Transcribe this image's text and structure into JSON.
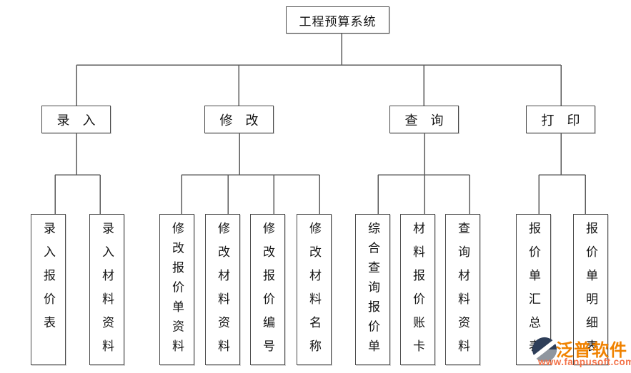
{
  "diagram": {
    "root": {
      "label": "工程预算系统"
    },
    "level2": [
      {
        "label": "录　入"
      },
      {
        "label": "修　改"
      },
      {
        "label": "查　询"
      },
      {
        "label": "打　印"
      }
    ],
    "leaves": [
      {
        "label": "录入报价表"
      },
      {
        "label": "录入材料资料"
      },
      {
        "label": "修改报价单资料"
      },
      {
        "label": "修改材料资料"
      },
      {
        "label": "修改报价编号"
      },
      {
        "label": "修改材料名称"
      },
      {
        "label": "综合查询报价单"
      },
      {
        "label": "材料报价账卡"
      },
      {
        "label": "查询材料资料"
      },
      {
        "label": "报价单汇总表"
      },
      {
        "label": "报价单明细表"
      }
    ]
  },
  "watermark": {
    "brand": "泛普软件",
    "url": "www.fanpusoft.com"
  },
  "colors": {
    "connector_line": "#5a5a5a",
    "box_border": "#4a4a4a",
    "text": "#141414",
    "brand_orange": "#f08200",
    "url_orange": "#f3734a",
    "logo_navy": "#2e3e59",
    "logo_gray": "#8f969f"
  }
}
